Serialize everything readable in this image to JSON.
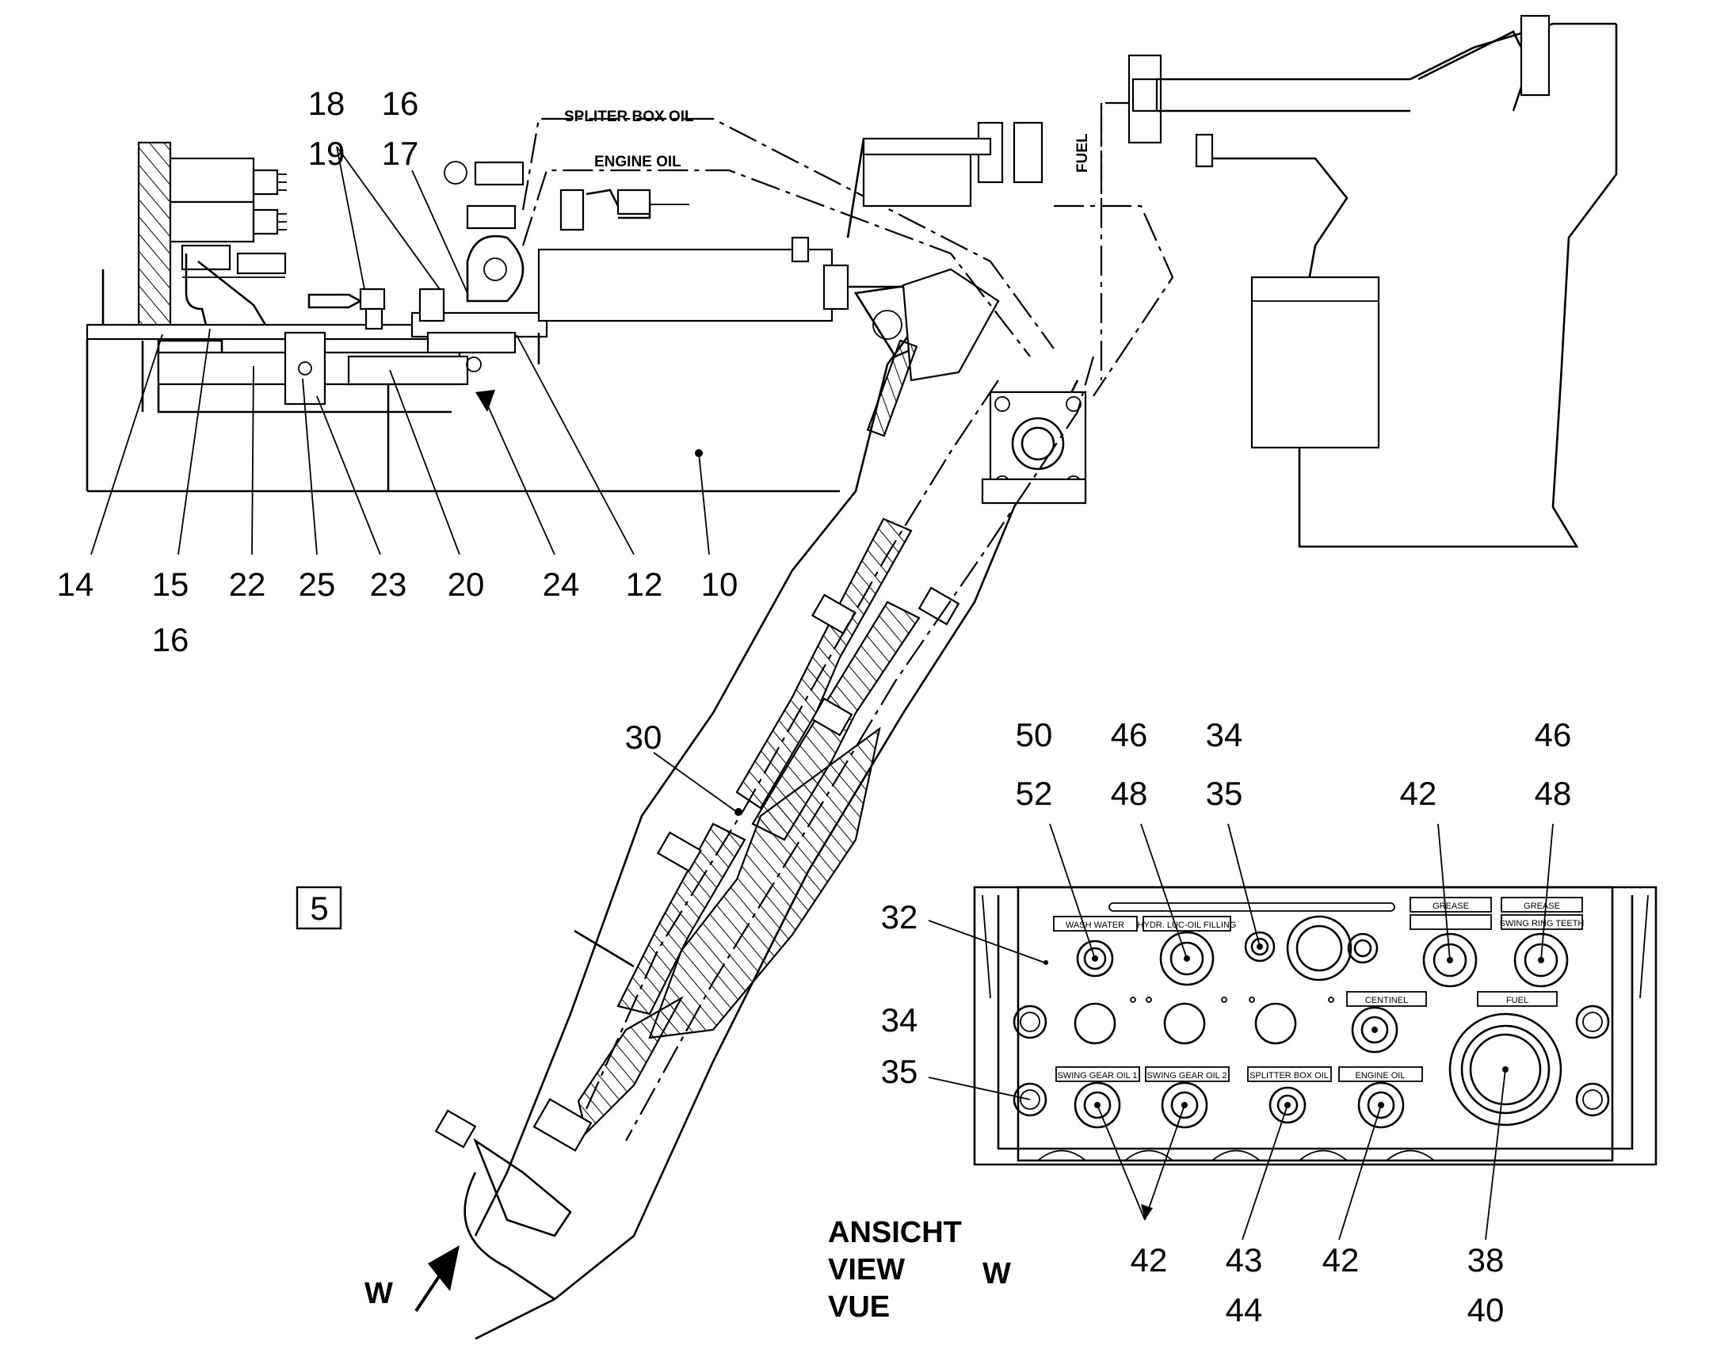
{
  "callouts": {
    "n18": "18",
    "n16a": "16",
    "n19": "19",
    "n17": "17",
    "n14": "14",
    "n15": "15",
    "n16b": "16",
    "n22": "22",
    "n25": "25",
    "n23": "23",
    "n20": "20",
    "n24": "24",
    "n12": "12",
    "n10": "10",
    "n30": "30",
    "n5": "5",
    "n50": "50",
    "n52": "52",
    "n46a": "46",
    "n48a": "48",
    "n34a": "34",
    "n35a": "35",
    "n42a": "42",
    "n46b": "46",
    "n48b": "48",
    "n32": "32",
    "n34b": "34",
    "n35b": "35",
    "n42b": "42",
    "n43": "43",
    "n44": "44",
    "n42c": "42",
    "n38": "38",
    "n40": "40"
  },
  "line_labels": {
    "spliter_box_oil": "SPLITER BOX OIL",
    "engine_oil": "ENGINE OIL",
    "fuel": "FUEL"
  },
  "panel_labels": {
    "wash_water": "WASH WATER",
    "hydraulic_oil_filling": "HYDR. LUC-OIL FILLING",
    "grease_1": "GREASE",
    "grease_2": "GREASE",
    "swing_ring_teeth": "SWING RING TEETH",
    "centinel": "CENTINEL",
    "fuel": "FUEL",
    "swing_gear_oil_1": "SWING GEAR OIL 1",
    "swing_gear_oil_2": "SWING GEAR OIL 2",
    "splitter_box_oil": "SPLITTER BOX OIL",
    "engine_oil": "ENGINE OIL"
  },
  "view": {
    "ansicht": "ANSICHT",
    "view": "VIEW",
    "vue": "VUE",
    "letter": "W",
    "arrow_letter": "W"
  }
}
